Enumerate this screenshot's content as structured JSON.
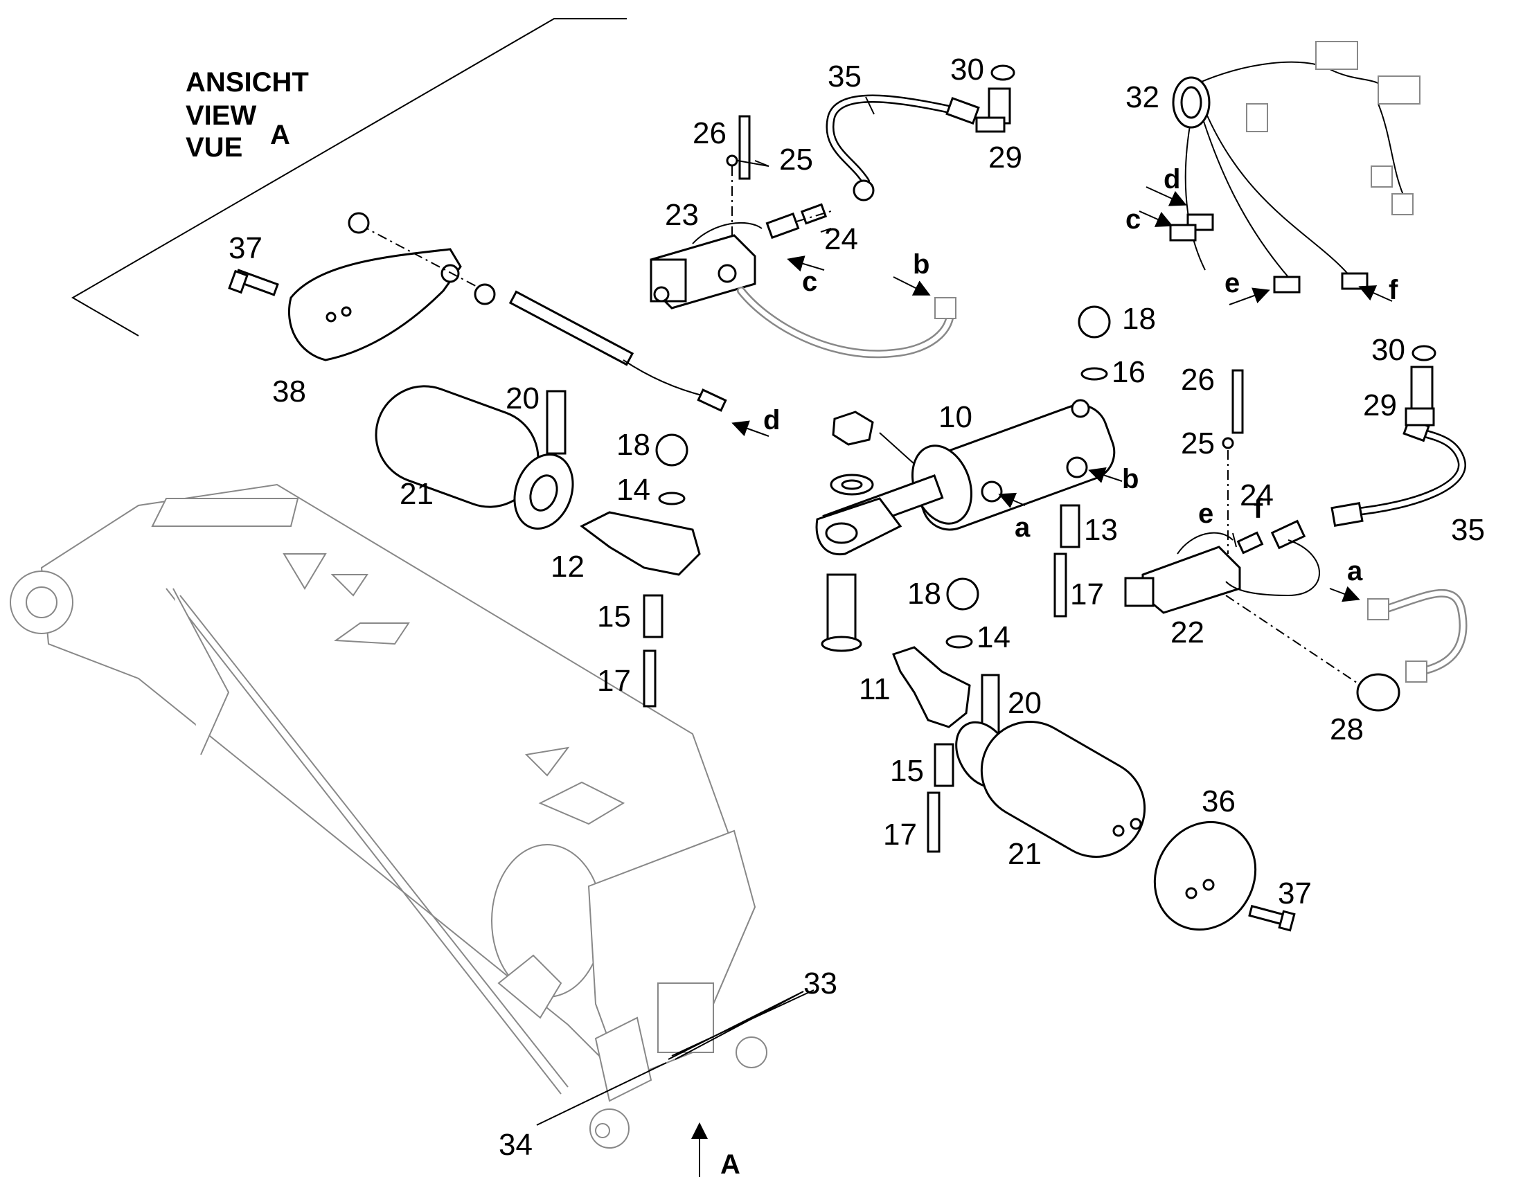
{
  "view_label": {
    "line1": "ANSICHT",
    "line2": "VIEW",
    "line3": "VUE",
    "letter": "A"
  },
  "callouts": [
    {
      "id": "c35a",
      "text": "35"
    },
    {
      "id": "c30a",
      "text": "30"
    },
    {
      "id": "c29a",
      "text": "29"
    },
    {
      "id": "c26a",
      "text": "26"
    },
    {
      "id": "c25a",
      "text": "25"
    },
    {
      "id": "c23",
      "text": "23"
    },
    {
      "id": "c24a",
      "text": "24"
    },
    {
      "id": "c32",
      "text": "32"
    },
    {
      "id": "c37a",
      "text": "37"
    },
    {
      "id": "c38",
      "text": "38"
    },
    {
      "id": "c20a",
      "text": "20"
    },
    {
      "id": "c21a",
      "text": "21"
    },
    {
      "id": "c18a",
      "text": "18"
    },
    {
      "id": "c14a",
      "text": "14"
    },
    {
      "id": "c12",
      "text": "12"
    },
    {
      "id": "c15a",
      "text": "15"
    },
    {
      "id": "c17a",
      "text": "17"
    },
    {
      "id": "c18b",
      "text": "18"
    },
    {
      "id": "c16",
      "text": "16"
    },
    {
      "id": "c10",
      "text": "10"
    },
    {
      "id": "c13",
      "text": "13"
    },
    {
      "id": "c17b",
      "text": "17"
    },
    {
      "id": "c26b",
      "text": "26"
    },
    {
      "id": "c25b",
      "text": "25"
    },
    {
      "id": "c24b",
      "text": "24"
    },
    {
      "id": "c30b",
      "text": "30"
    },
    {
      "id": "c29b",
      "text": "29"
    },
    {
      "id": "c35b",
      "text": "35"
    },
    {
      "id": "c22",
      "text": "22"
    },
    {
      "id": "c28",
      "text": "28"
    },
    {
      "id": "c18c",
      "text": "18"
    },
    {
      "id": "c14b",
      "text": "14"
    },
    {
      "id": "c11",
      "text": "11"
    },
    {
      "id": "c20b",
      "text": "20"
    },
    {
      "id": "c15b",
      "text": "15"
    },
    {
      "id": "c17c",
      "text": "17"
    },
    {
      "id": "c21b",
      "text": "21"
    },
    {
      "id": "c36",
      "text": "36"
    },
    {
      "id": "c37b",
      "text": "37"
    },
    {
      "id": "c33",
      "text": "33"
    },
    {
      "id": "c34",
      "text": "34"
    }
  ],
  "connection_letters": [
    {
      "id": "l_c1",
      "text": "c"
    },
    {
      "id": "l_b1",
      "text": "b"
    },
    {
      "id": "l_d1",
      "text": "d"
    },
    {
      "id": "l_d2",
      "text": "d"
    },
    {
      "id": "l_c2",
      "text": "c"
    },
    {
      "id": "l_e1",
      "text": "e"
    },
    {
      "id": "l_f1",
      "text": "f"
    },
    {
      "id": "l_a1",
      "text": "a"
    },
    {
      "id": "l_b2",
      "text": "b"
    },
    {
      "id": "l_e2",
      "text": "e"
    },
    {
      "id": "l_f2",
      "text": "f"
    },
    {
      "id": "l_a2",
      "text": "a"
    }
  ],
  "view_arrow_label": "A"
}
